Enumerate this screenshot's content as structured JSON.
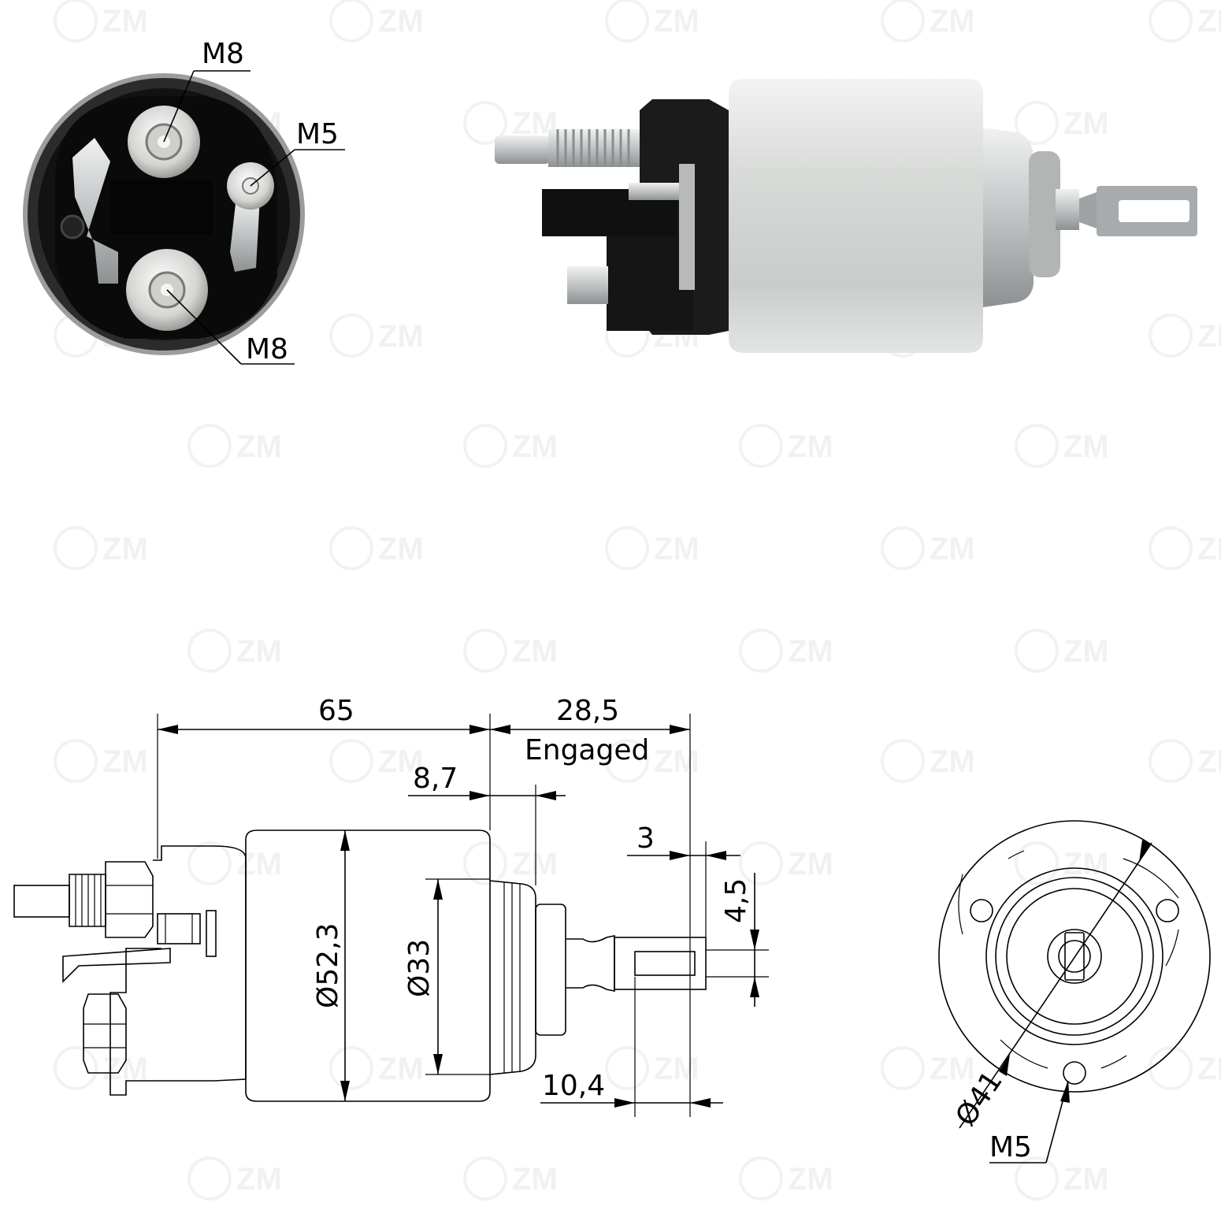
{
  "watermark": "ZM",
  "photo_end": {
    "labels": {
      "top": "M8",
      "right": "M5",
      "bottom": "M8"
    }
  },
  "drawing_side": {
    "dims": {
      "overall": "65",
      "engaged_value": "28,5",
      "engaged_text": "Engaged",
      "boss": "8,7",
      "slot_end": "3",
      "slot_width": "4,5",
      "body_dia": "Ø52,3",
      "boss_dia": "Ø33",
      "slot_len": "10,4"
    }
  },
  "drawing_end": {
    "dims": {
      "bolt_circle": "Ø41",
      "thread": "M5"
    }
  },
  "colors": {
    "body_silver": "#d8dad8",
    "cap_black": "#1a1a1a",
    "metal": "#bfc3c4"
  }
}
